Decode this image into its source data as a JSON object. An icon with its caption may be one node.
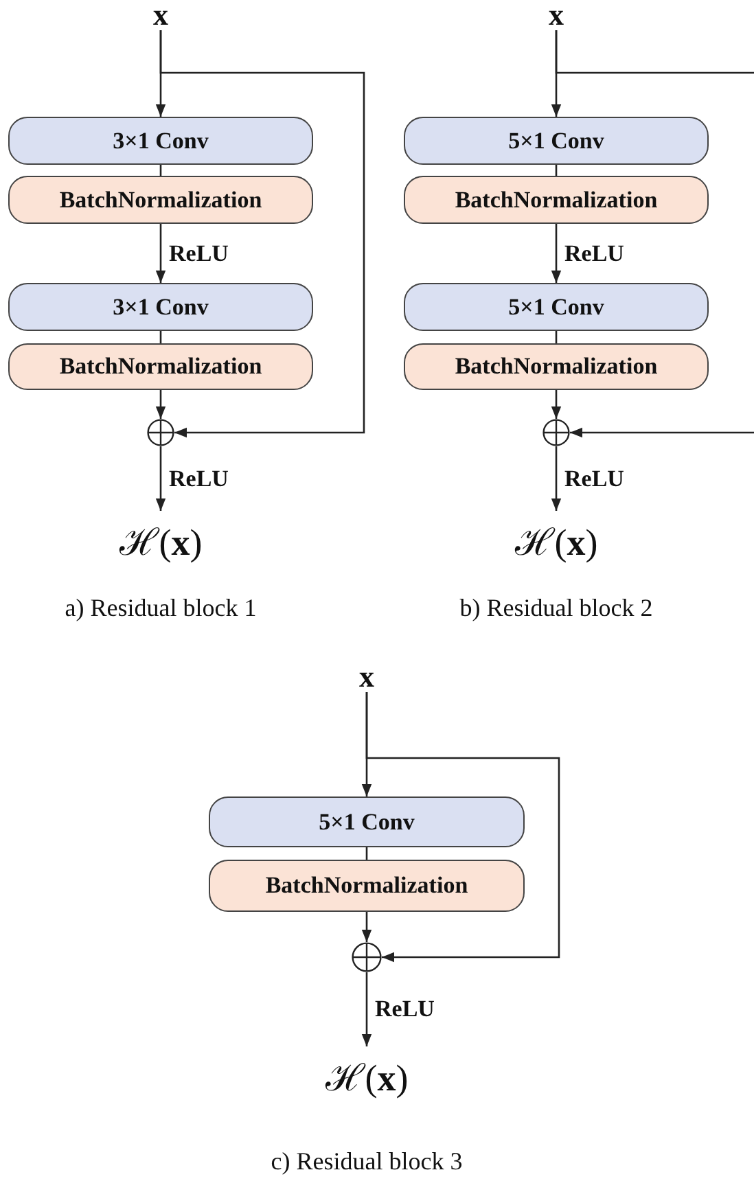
{
  "diagram": {
    "nodes": [
      {
        "text": [
          "x"
        ]
      },
      {
        "text": [
          "3×1 Conv"
        ]
      },
      {
        "text": [
          "BatchNormalization"
        ]
      },
      {
        "text": [
          "3×1 Conv"
        ]
      },
      {
        "text": [
          "BatchNormalization"
        ]
      },
      {
        "text": [],
        "shape": "circle"
      },
      {
        "text": [
          "ℋ(**x**)"
        ]
      },
      {
        "text": [
          "x"
        ]
      },
      {
        "text": [
          "5×1 Conv"
        ]
      },
      {
        "text": [
          "BatchNormalization"
        ]
      },
      {
        "text": [
          "5×1 Conv"
        ]
      },
      {
        "text": [
          "BatchNormalization"
        ]
      },
      {
        "text": [],
        "shape": "circle"
      },
      {
        "text": [
          "ℋ(**x**)"
        ]
      },
      {
        "text": [
          "x"
        ]
      },
      {
        "text": [
          "5×1 Conv"
        ]
      },
      {
        "text": [
          "BatchNormalization"
        ]
      },
      {
        "text": [],
        "shape": "circle"
      },
      {
        "text": [
          "ℋ(**x**)"
        ]
      }
    ],
    "edges": [
      {
        "from": 0,
        "to": 1,
        "arrow": "to"
      },
      {
        "from": 1,
        "to": 2,
        "arrow": "none"
      },
      {
        "from": 2,
        "to": 3,
        "arrow": "to",
        "label": "ReLU"
      },
      {
        "from": 3,
        "to": 4,
        "arrow": "none"
      },
      {
        "from": 4,
        "to": 5,
        "arrow": "to"
      },
      {
        "from": 0,
        "to": 5,
        "arrow": "to"
      },
      {
        "from": 5,
        "to": 6,
        "arrow": "to",
        "label": "ReLU"
      },
      {
        "from": 7,
        "to": 8,
        "arrow": "to"
      },
      {
        "from": 8,
        "to": 9,
        "arrow": "none"
      },
      {
        "from": 9,
        "to": 10,
        "arrow": "to",
        "label": "ReLU"
      },
      {
        "from": 10,
        "to": 11,
        "arrow": "none"
      },
      {
        "from": 11,
        "to": 12,
        "arrow": "to"
      },
      {
        "from": 7,
        "to": null,
        "arrow": "none"
      },
      {
        "from": null,
        "to": 12,
        "arrow": "to"
      },
      {
        "from": 12,
        "to": 13,
        "arrow": "to",
        "label": "ReLU"
      },
      {
        "from": 14,
        "to": 15,
        "arrow": "to"
      },
      {
        "from": 15,
        "to": 16,
        "arrow": "none"
      },
      {
        "from": 16,
        "to": 17,
        "arrow": "to"
      },
      {
        "from": 14,
        "to": 17,
        "arrow": "to"
      },
      {
        "from": 17,
        "to": 18,
        "arrow": "to",
        "label": "ReLU"
      }
    ],
    "labels": [
      "a) Residual block 1",
      "b) Residual block 2",
      "c) Residual block 3"
    ]
  }
}
